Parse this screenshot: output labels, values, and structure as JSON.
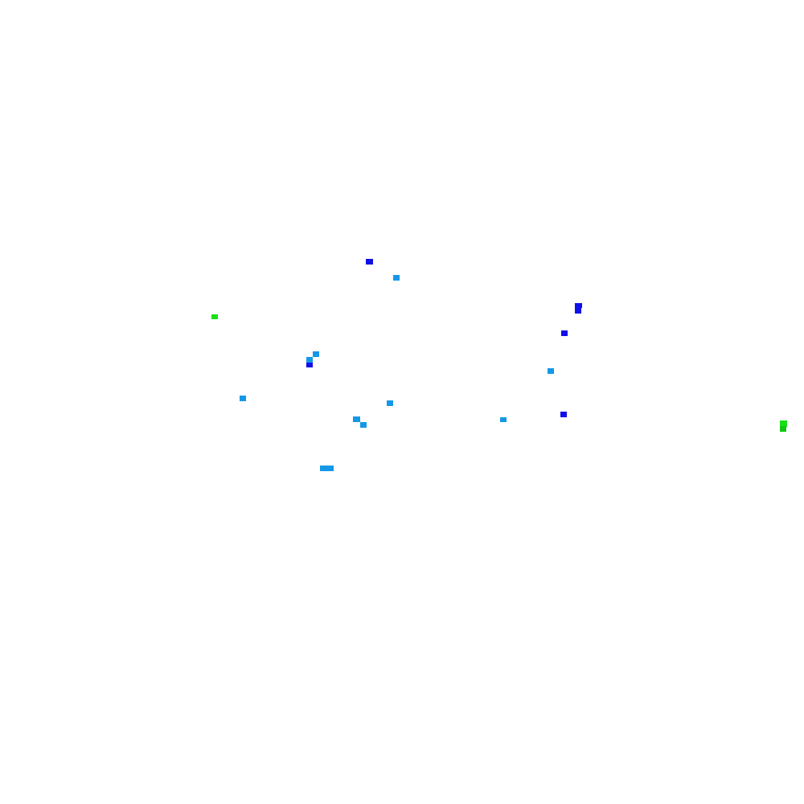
{
  "colors": {
    "background": "#ffffff",
    "dark_blue": "#1010e8",
    "light_blue": "#1597e8",
    "green": "#18e018",
    "green_dark": "#10c810"
  },
  "markers": [
    {
      "color_key": "dark_blue"
    },
    {
      "color_key": "light_blue"
    },
    {
      "color_key": "dark_blue"
    },
    {
      "color_key": "dark_blue"
    },
    {
      "color_key": "dark_blue"
    },
    {
      "color_key": "green"
    },
    {
      "color_key": "light_blue"
    },
    {
      "color_key": "light_blue"
    },
    {
      "color_key": "dark_blue"
    },
    {
      "color_key": "light_blue"
    },
    {
      "color_key": "light_blue"
    },
    {
      "color_key": "light_blue"
    },
    {
      "color_key": "light_blue"
    },
    {
      "color_key": "light_blue"
    },
    {
      "color_key": "dark_blue"
    },
    {
      "color_key": "light_blue"
    },
    {
      "color_key": "light_blue"
    },
    {
      "color_key": "light_blue"
    },
    {
      "color_key": "green"
    },
    {
      "color_key": "green_dark"
    }
  ]
}
